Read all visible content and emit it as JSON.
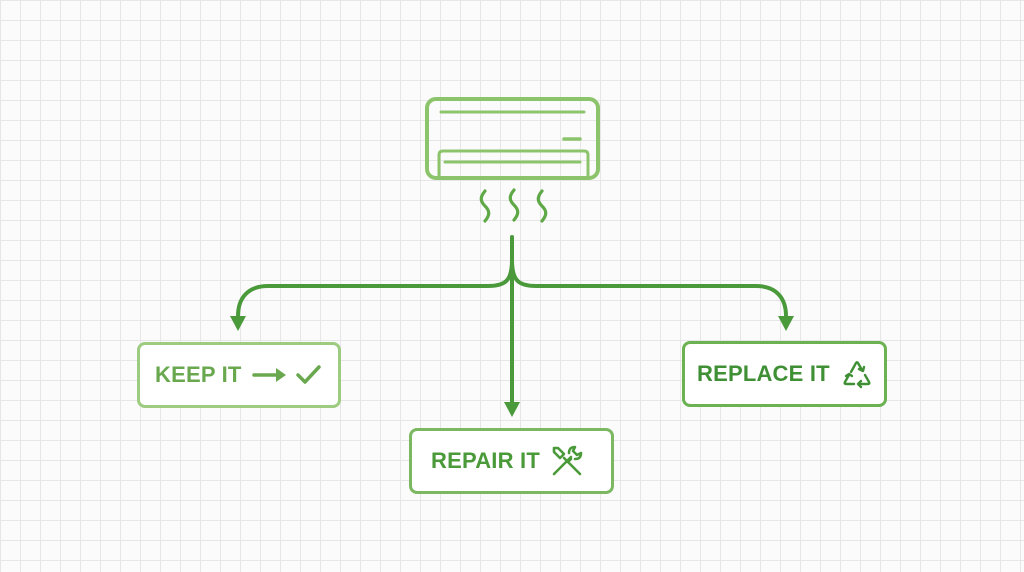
{
  "diagram": {
    "source": {
      "icon": "air-conditioner-icon",
      "airflow_icon": "airflow-waves-icon"
    },
    "options": [
      {
        "label": "KEEP IT",
        "icon": "arrow-check-icon"
      },
      {
        "label": "REPAIR IT",
        "icon": "wrench-screwdriver-icon"
      },
      {
        "label": "REPLACE IT",
        "icon": "recycle-icon"
      }
    ]
  },
  "colors": {
    "connector": "#4a9a3c",
    "unit_stroke": "#8cc46c",
    "keep": "#9dcb80",
    "repair": "#7cb862",
    "replace": "#6cb253",
    "grid": "#e6e6e6"
  }
}
